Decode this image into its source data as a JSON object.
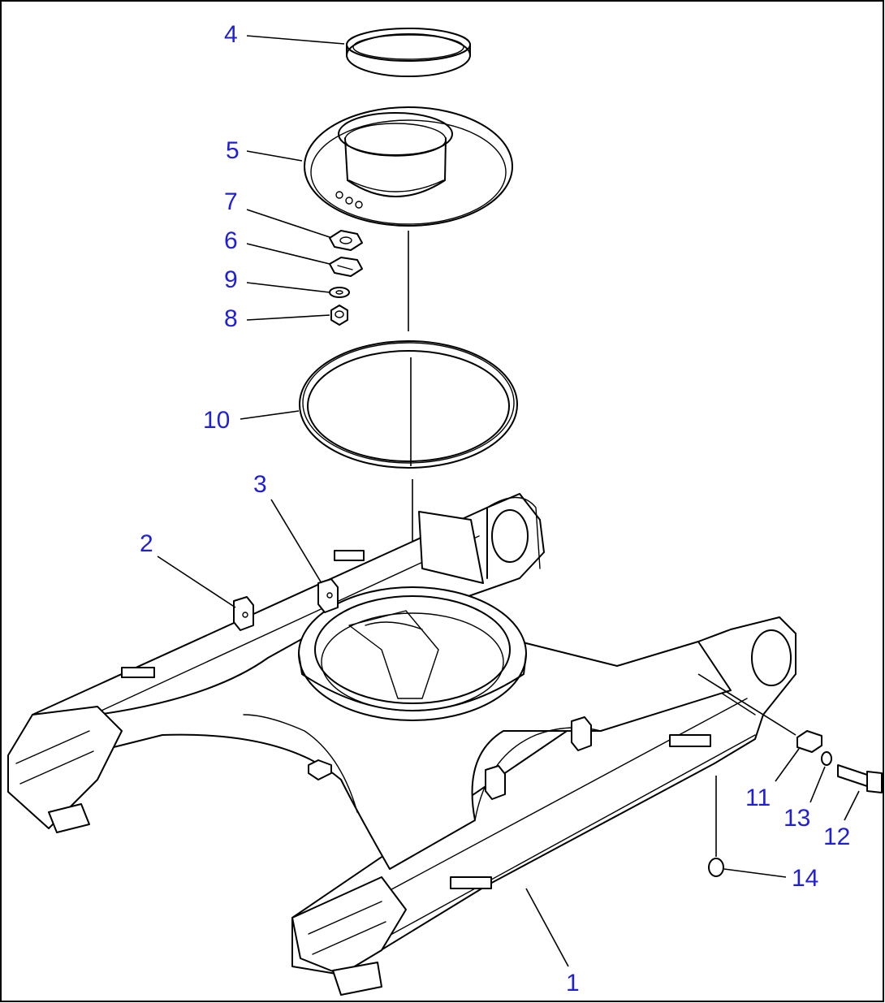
{
  "colors": {
    "callout_blue": "#1f1fd6",
    "callout_black": "#000000",
    "line": "#000000",
    "background": "#ffffff"
  },
  "callouts": [
    {
      "id": "c4",
      "label": "4"
    },
    {
      "id": "c5",
      "label": "5"
    },
    {
      "id": "c7",
      "label": "7"
    },
    {
      "id": "c6",
      "label": "6"
    },
    {
      "id": "c9",
      "label": "9"
    },
    {
      "id": "c8",
      "label": "8"
    },
    {
      "id": "c10",
      "label": "10"
    },
    {
      "id": "c3",
      "label": "3"
    },
    {
      "id": "c2",
      "label": "2"
    },
    {
      "id": "c11",
      "label": "11"
    },
    {
      "id": "c13",
      "label": "13"
    },
    {
      "id": "c12",
      "label": "12"
    },
    {
      "id": "c14",
      "label": "14"
    },
    {
      "id": "c1",
      "label": "1"
    }
  ]
}
